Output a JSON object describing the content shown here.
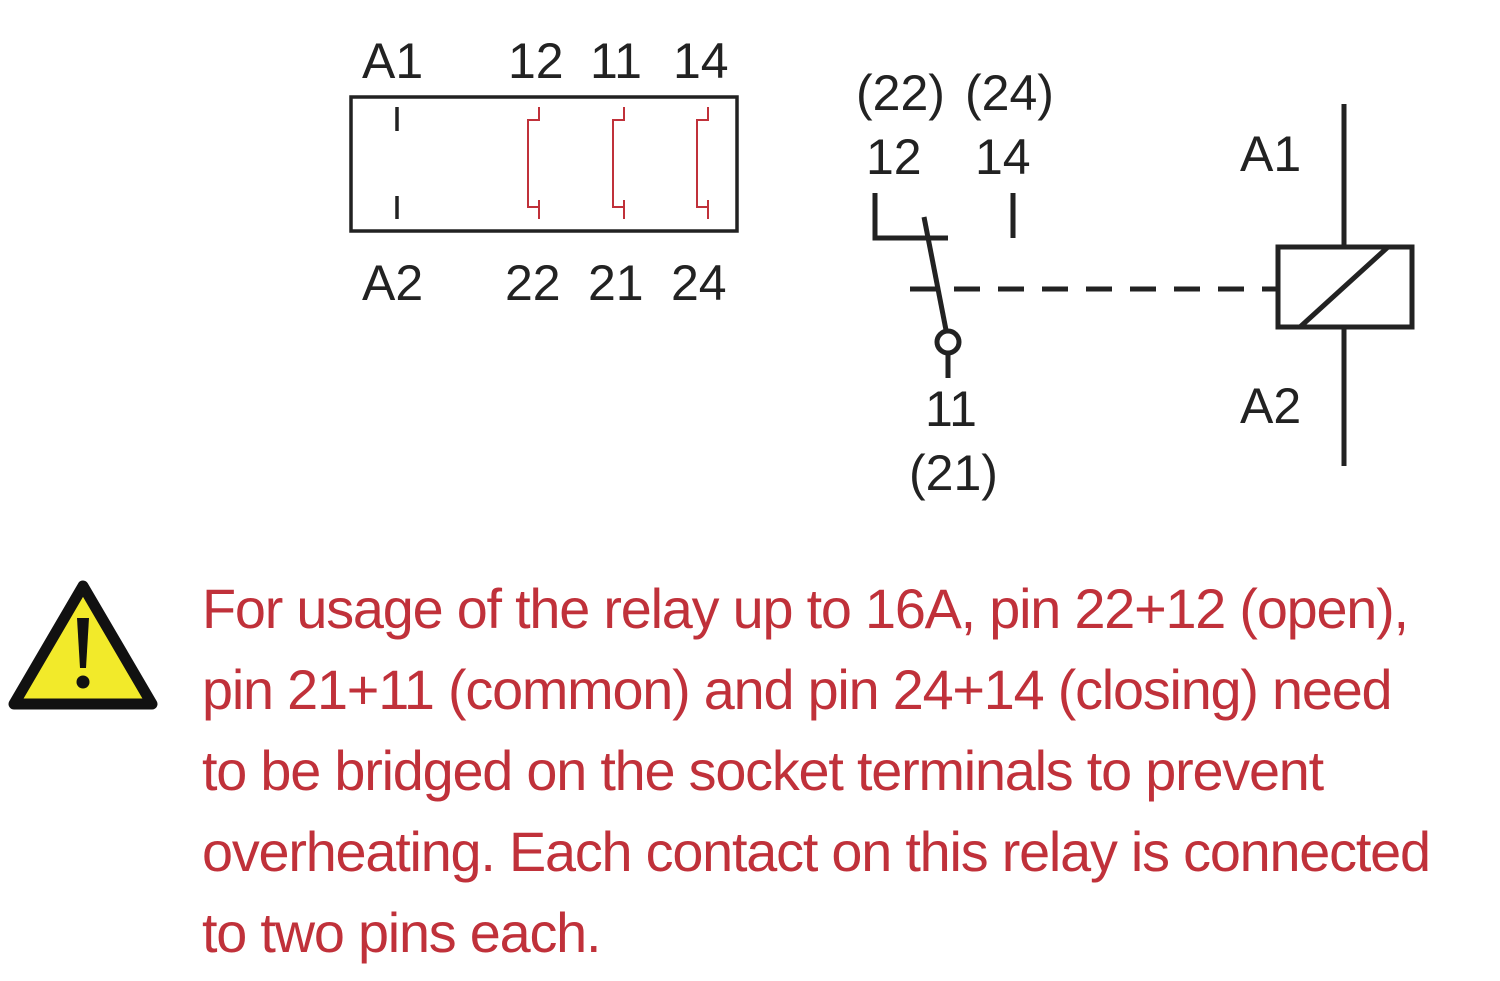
{
  "pin_layout": {
    "top_labels": [
      "A1",
      "12",
      "11",
      "14"
    ],
    "bottom_labels": [
      "A2",
      "22",
      "21",
      "24"
    ]
  },
  "relay_schematic": {
    "open_pins": "(22)",
    "closing_pins": "(24)",
    "open_pin": "12",
    "closing_pin": "14",
    "common_pin": "11",
    "common_pins": "(21)",
    "coil_top": "A1",
    "coil_bottom": "A2"
  },
  "colors": {
    "contact_red": "#c0313a",
    "line_dark": "#222222",
    "warning_yellow": "#f2ea2a"
  },
  "warning": {
    "icon": "warning-triangle-icon",
    "lines": [
      "For usage of the relay up to 16A, pin 22+12 (open),",
      "pin 21+11 (common) and pin 24+14 (closing) need",
      "to be bridged on the socket terminals to prevent",
      "overheating. Each contact on this relay is connected",
      "to two pins each."
    ]
  }
}
